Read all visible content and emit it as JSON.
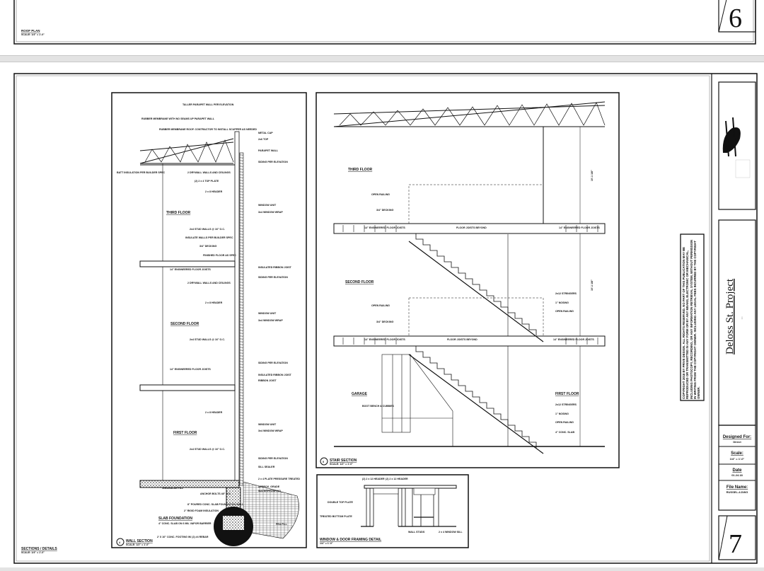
{
  "sheet6": {
    "number": "6",
    "drawing_title": "ROOF PLAN",
    "drawing_scale": "SCALE: 1/4\" = 1'-0\""
  },
  "sheet7": {
    "number": "7",
    "sheet_title": "SECTIONS / DETAILS",
    "sheet_scale": "SCALE: 1/4\" = 1'-0\"",
    "project": "Deloss St. Project",
    "project_sub": ":  :",
    "copyright": "COPYRIGHT 2018 BY PRIVE DESIGN. ALL RIGHTS RESERVED. NO PART OF THIS PUBLICATION MAY BE REPRODUCED OR TRANSMITTED IN ANY FORM OR BY ANY MEANS, ELECTRONIC OR MECHANICAL, INCLUDING PHOTOCOPY, RECORDING, OR ANY INFORMATION RETRIEVAL SYSTEM, WITHOUT PERMISSION IN WRITING FROM THE COPYRIGHT OWNER. INCLUDING ANY LEGAL FEES INCURRED BY THE COPYRIGHT OWNER.",
    "title_block": {
      "designed_for_label": "Designed For:",
      "designed_for": "Direct",
      "scale_label": "Scale:",
      "scale": "1/4\" = 1'-0\"",
      "date_label": "Date",
      "date": "01.24.18",
      "file_label": "File Name:",
      "file": "RUSSEL-4.DWG"
    },
    "wall_section": {
      "title": "WALL SECTION",
      "scale": "SCALE: 1/2\" = 1'-0\"",
      "marker": "4",
      "floors": [
        "THIRD FLOOR",
        "SECOND FLOOR",
        "FIRST FLOOR"
      ],
      "foundation_title": "SLAB FOUNDATION",
      "foundation_sub": "4\" CONC. SLAB ON 6 MIL VAPOR BARRIER",
      "labels": [
        "TALLER PARAPET WALL PER ELEVATION",
        "RUBBER MEMBRANE WITH NO SEAMS UP PARAPET WALL",
        "RUBBER MEMBRANE ROOF. CONTRACTOR TO INSTALL SCUPPER AS NEEDED",
        "METAL CAP",
        "2x6 TOP",
        "PARAPET WALL",
        "SIDING PER ELEVATION",
        "BATT INSULATION PER BUILDER SPEC",
        "2 DRYWALL WALLS AND CEILINGS",
        "(2) 2 x 4 TOP PLATE",
        "2 x 8 HEADER",
        "WINDOW UNIT",
        "3x4 WINDOW WRAP",
        "2x4 STUD WALLS @ 16\" O.C.",
        "INSULATE WALLS PER BUILDER SPEC",
        "3/4\" DECKING",
        "FINISHED FLOOR AS SPEC",
        "14\" ENGINEERED FLOOR JOISTS",
        "INSULATED RIBBON JOIST",
        "RIBBON JOIST",
        "GRANULAR FILL",
        "ANCHOR BOLTS 48\" O.C.",
        "8\" POURED CONC. SLAB FOUNDATION WALL",
        "2\" RIGID FOAM INSULATION",
        "PEA FILL",
        "2' X 10\" CONC. FOOTING W/ (2) #4 REBAR",
        "TREATED",
        "APPROX. GRADE",
        "WATERPROOFING",
        "SILL SEALER",
        "2 x 4 PLATE PRESSURE TREATED"
      ]
    },
    "stair_section": {
      "title": "STAIR SECTION",
      "scale": "SCALE: 1/2\" = 1'-0\"",
      "marker": "5",
      "floors": [
        "THIRD FLOOR",
        "SECOND FLOOR",
        "GARAGE",
        "FIRST FLOOR"
      ],
      "labels": [
        "OPEN RAILING",
        "3/4\" DECKING",
        "14\" ENGINEERED FLOOR JOISTS",
        "FLOOR JOISTS BEYOND",
        "2x12 STRINGERS",
        "1\" NOSING",
        "OPEN RAILING",
        "BOOT BENCH & CUBBIES",
        "4\" CONC. SLAB",
        "10'-1 1/8\""
      ]
    },
    "window_detail": {
      "title": "WINDOW & DOOR FRAMING DETAIL",
      "scale": "1/4\" = 1'-0\"",
      "labels": [
        "(2) 2 x 12 HEADER",
        "(2) 2 x 12 HEADER",
        "DOUBLE TOP PLATE",
        "TREATED BOTTOM PLATE",
        "WALL STUDS",
        "2 x 4 WINDOW SILL"
      ]
    }
  }
}
